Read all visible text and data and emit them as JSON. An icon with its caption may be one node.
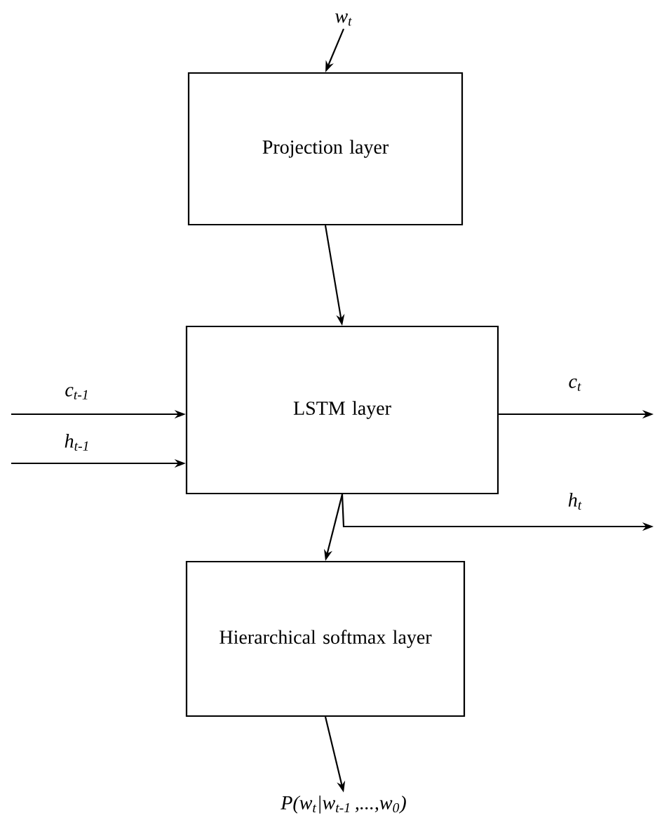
{
  "diagram": {
    "nodes": [
      {
        "text": [
          "w$_{t}$"
        ]
      },
      {
        "text": [
          "Projection layer"
        ]
      },
      {
        "text": [
          "LSTM layer"
        ]
      },
      {
        "text": [
          "Hierarchical softmax layer"
        ]
      },
      {
        "text": [
          "P(w$_{t}$|w$_{t-1 }$,...,w$_{0}$)"
        ]
      }
    ],
    "edges": [
      {
        "from": 0,
        "to": 1,
        "arrow": "to"
      },
      {
        "from": 1,
        "to": 2,
        "arrow": "to"
      },
      {
        "from": null,
        "to": 2,
        "arrow": "to",
        "label": "c$_{t-1}$"
      },
      {
        "from": null,
        "to": 2,
        "arrow": "to",
        "label": "h$_{t-1}$"
      },
      {
        "from": 2,
        "to": null,
        "arrow": "to",
        "label": "c$_{t}$"
      },
      {
        "from": 2,
        "to": 3,
        "arrow": "to"
      },
      {
        "from": 2,
        "to": null,
        "arrow": "to",
        "label": "h$_{t}$"
      },
      {
        "from": 3,
        "to": 4,
        "arrow": "to"
      }
    ]
  }
}
